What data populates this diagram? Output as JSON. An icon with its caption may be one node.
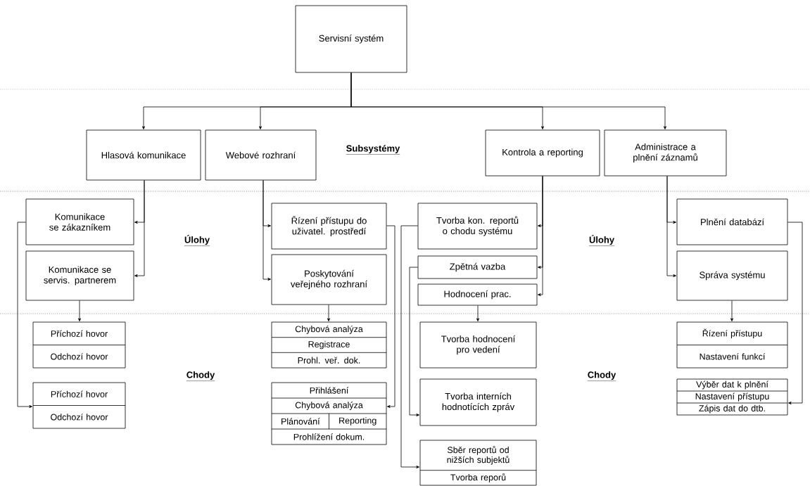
{
  "diagram": {
    "nodes": [
      {
        "text": [
          "Servisní systém"
        ]
      },
      {
        "text": [
          "Hlasová komunikace"
        ]
      },
      {
        "text": [
          "Webové rozhraní"
        ]
      },
      {
        "text": [
          "Kontrola a reporting"
        ]
      },
      {
        "text": [
          "Administrace a plnění záznamů"
        ]
      },
      {
        "text": [
          "Komunikace se zákazníkem"
        ]
      },
      {
        "text": [
          "Komunikace se servis. partnerem"
        ]
      },
      {
        "text": [
          "Řízení přístupu do uživatel. prostředí"
        ]
      },
      {
        "text": [
          "Poskytování veřejného rozhraní"
        ]
      },
      {
        "text": [
          "Tvorba kon. reportů o chodu systému"
        ]
      },
      {
        "text": [
          "Zpětná vazba"
        ]
      },
      {
        "text": [
          "Hodnocení prac."
        ]
      },
      {
        "text": [
          "Plnění databází"
        ]
      },
      {
        "text": [
          "Správa systému"
        ]
      },
      {
        "text": [
          "Příchozí hovor",
          "Odchozí hovor"
        ]
      },
      {
        "text": [
          "Příchozí hovor",
          "Odchozí hovor"
        ]
      },
      {
        "text": [
          "Chybová analýza",
          "Registrace",
          "Prohl. veř. dok."
        ]
      },
      {
        "text": [
          "Přihlášení",
          "Chybová analýza",
          "Plánování",
          "Reporting",
          "Prohlížení dokum."
        ]
      },
      {
        "text": [
          "Tvorba hodnocení pro vedení"
        ]
      },
      {
        "text": [
          "Tvorba interních hodnotících zpráv"
        ]
      },
      {
        "text": [
          "Sběr reportů od nižších subjektů",
          "Tvorba reporů"
        ]
      },
      {
        "text": [
          "Řízení přístupu",
          "Nastavení funkcí"
        ]
      },
      {
        "text": [
          "Výběr dat k plnění",
          "Nastavení přístupu",
          "Zápis dat do dtb."
        ]
      }
    ],
    "edges": [
      {
        "from": 0,
        "to": 1,
        "arrow": "to"
      },
      {
        "from": 0,
        "to": 2,
        "arrow": "to"
      },
      {
        "from": 0,
        "to": 3,
        "arrow": "to"
      },
      {
        "from": 0,
        "to": 4,
        "arrow": "to"
      },
      {
        "from": 1,
        "to": 5,
        "arrow": "to"
      },
      {
        "from": 1,
        "to": 6,
        "arrow": "to"
      },
      {
        "from": 2,
        "to": 7,
        "arrow": "to"
      },
      {
        "from": 2,
        "to": 8,
        "arrow": "to"
      },
      {
        "from": 3,
        "to": 9,
        "arrow": "to"
      },
      {
        "from": 3,
        "to": 10,
        "arrow": "to"
      },
      {
        "from": 3,
        "to": 11,
        "arrow": "to"
      },
      {
        "from": 4,
        "to": 12,
        "arrow": "to"
      },
      {
        "from": 4,
        "to": 13,
        "arrow": "to"
      },
      {
        "from": 6,
        "to": 14,
        "arrow": "to"
      },
      {
        "from": 5,
        "to": 15,
        "arrow": "to"
      },
      {
        "from": 8,
        "to": 16,
        "arrow": "to"
      },
      {
        "from": 7,
        "to": 17,
        "arrow": "to"
      },
      {
        "from": 11,
        "to": 18,
        "arrow": "to"
      },
      {
        "from": 10,
        "to": 19,
        "arrow": "to"
      },
      {
        "from": 9,
        "to": 20,
        "arrow": "to"
      },
      {
        "from": 13,
        "to": 21,
        "arrow": "to"
      },
      {
        "from": 12,
        "to": 22,
        "arrow": "to"
      }
    ],
    "labels": [
      "Subsystémy",
      "Úlohy",
      "Úlohy",
      "Chody",
      "Chody"
    ]
  }
}
